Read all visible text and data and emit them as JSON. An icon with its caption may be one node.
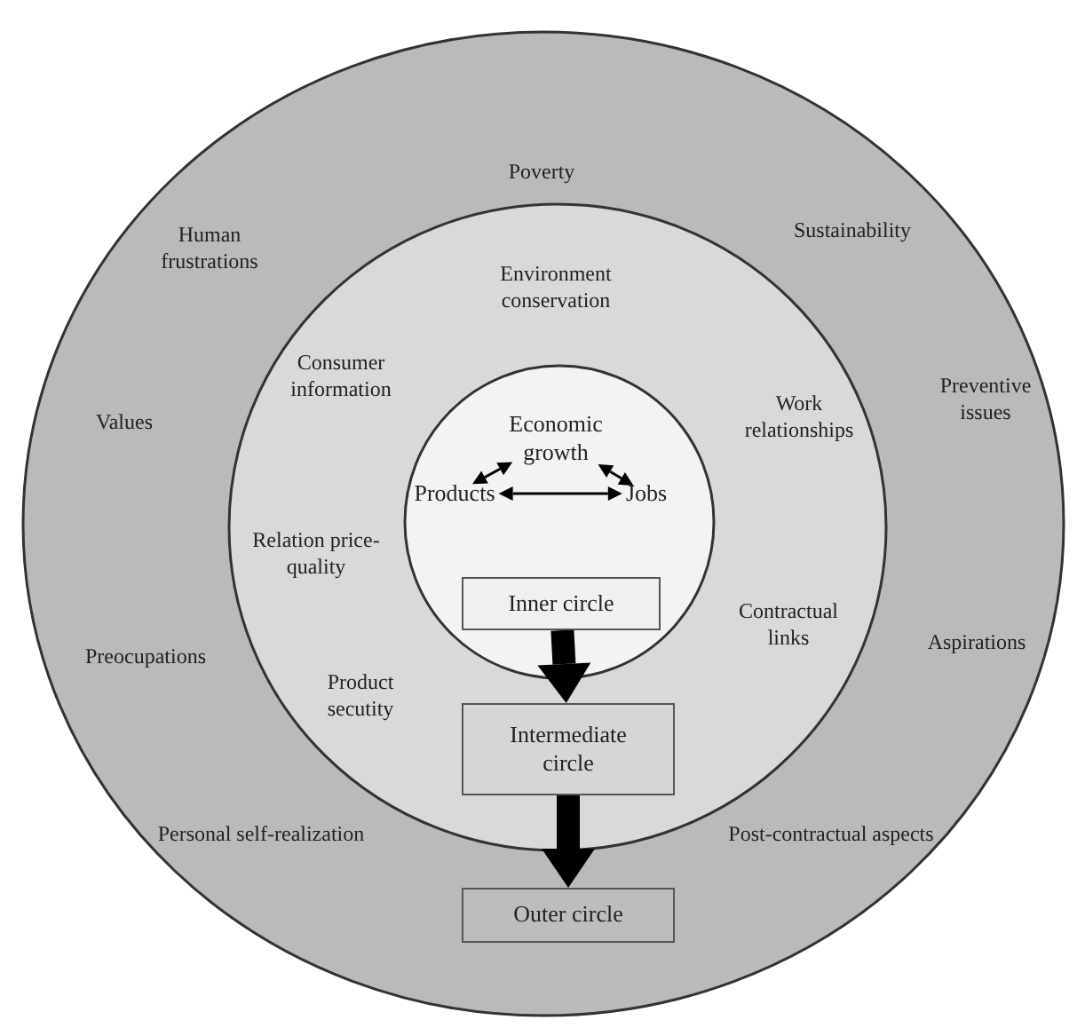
{
  "diagram": {
    "nodes": [
      {
        "text": [
          "Poverty",
          "Human frustrations",
          "Sustainability",
          "Values",
          "Preventive issues",
          "Preocupations",
          "Aspirations",
          "Personal self-realization",
          "Post-contractual aspects"
        ]
      },
      {
        "text": [
          "Environment conservation",
          "Consumer information",
          "Work relationships",
          "Relation price-quality",
          "Contractual links",
          "Product secutity"
        ],
        "in": 0
      },
      {
        "text": [],
        "shape": "circle",
        "in": 1
      },
      {
        "text": [
          "Economic growth"
        ],
        "in": 2
      },
      {
        "text": [
          "Products"
        ],
        "in": 2
      },
      {
        "text": [
          "Jobs"
        ],
        "in": 2
      },
      {
        "text": [
          "Inner circle"
        ],
        "in": 2
      },
      {
        "text": [
          "Intermediate circle"
        ],
        "in": 1
      },
      {
        "text": [
          "Outer circle"
        ],
        "in": 0
      }
    ],
    "edges": [
      {
        "from": 3,
        "to": 4,
        "arrow": "both"
      },
      {
        "from": 3,
        "to": 5,
        "arrow": "both"
      },
      {
        "from": 4,
        "to": 5,
        "arrow": "both"
      },
      {
        "from": 6,
        "to": 7,
        "arrow": "to",
        "style": "thick"
      },
      {
        "from": 7,
        "to": 8,
        "arrow": "to",
        "style": "thick"
      }
    ]
  }
}
